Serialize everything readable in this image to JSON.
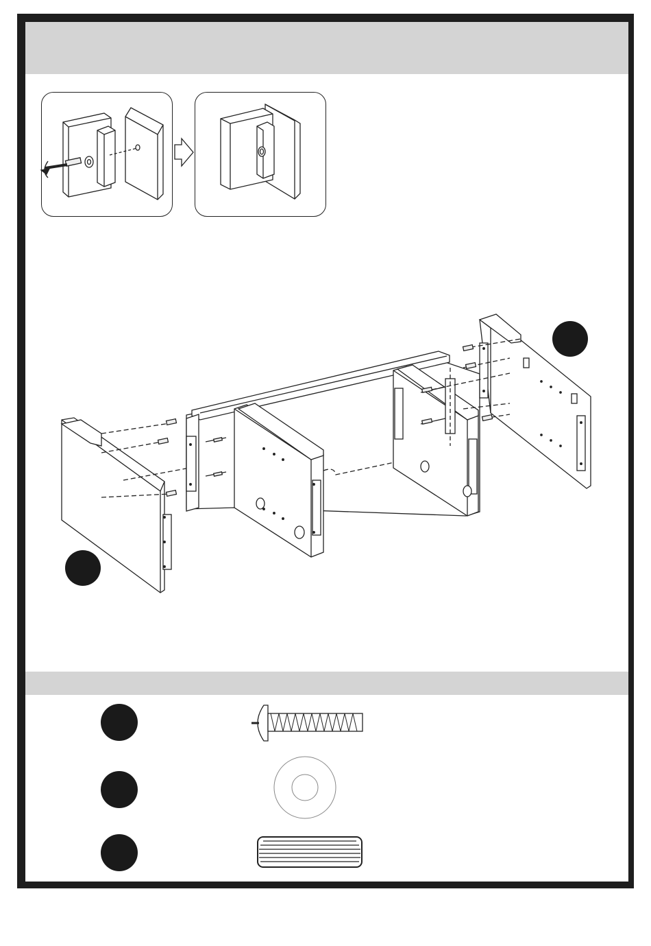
{
  "page": {
    "header_band": "",
    "parts_band": ""
  },
  "detail": {
    "left_panel": "screw-through-panel-before",
    "right_panel": "screw-through-panel-after",
    "arrow": "transition-arrow"
  },
  "callouts": {
    "main_top_right": "",
    "main_bottom_left": ""
  },
  "parts": [
    {
      "icon": "screw-icon",
      "label": ""
    },
    {
      "icon": "washer-icon",
      "label": ""
    },
    {
      "icon": "dowel-icon",
      "label": ""
    }
  ],
  "colors": {
    "frame": "#1e1e1e",
    "band": "#d4d4d4",
    "badge": "#1a1a1a",
    "line": "#222222"
  }
}
